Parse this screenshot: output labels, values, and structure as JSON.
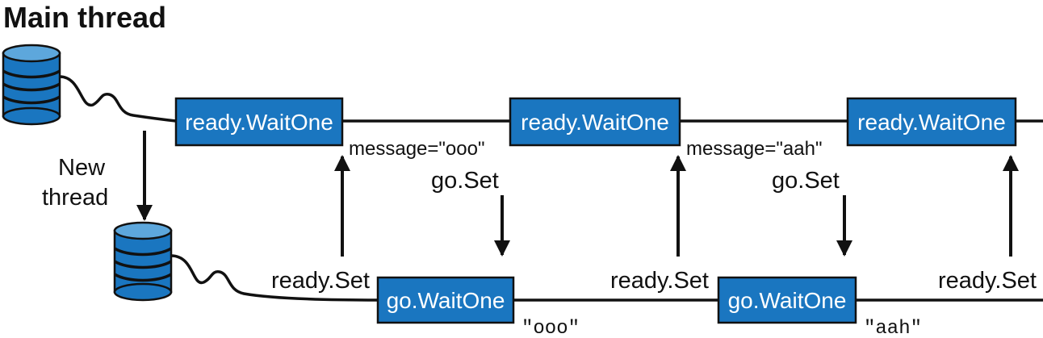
{
  "title": "Main thread",
  "new_thread_label_1": "New",
  "new_thread_label_2": "thread",
  "main_boxes": [
    "ready.WaitOne",
    "ready.WaitOne",
    "ready.WaitOne"
  ],
  "new_boxes": [
    "go.WaitOne",
    "go.WaitOne"
  ],
  "messages": [
    "message=\"ooo\"",
    "message=\"aah\""
  ],
  "go_set_labels": [
    "go.Set",
    "go.Set"
  ],
  "ready_set_labels": [
    "ready.Set",
    "ready.Set",
    "ready.Set"
  ],
  "outputs": [
    "\"ooo\"",
    "\"aah\""
  ],
  "colors": {
    "box_fill": "#1a76c0",
    "spool_fill": "#1a76c0"
  }
}
